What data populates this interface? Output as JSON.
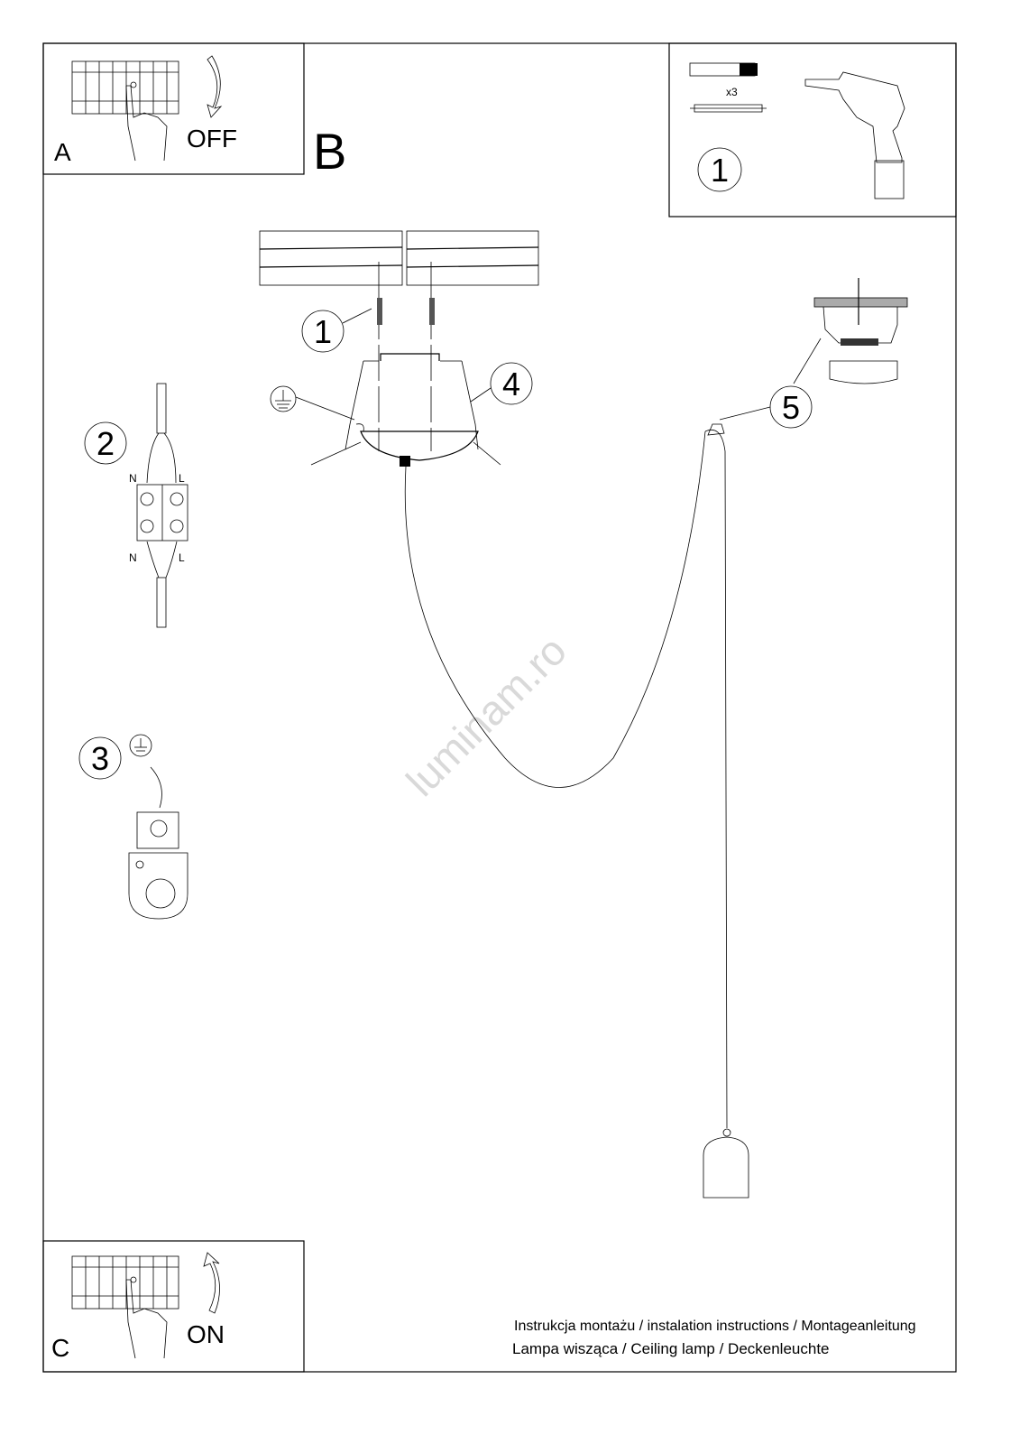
{
  "panel_a": {
    "letter": "A",
    "action": "OFF"
  },
  "panel_b": {
    "letter": "B"
  },
  "panel_c": {
    "letter": "C",
    "action": "ON"
  },
  "tools_panel": {
    "step": "1",
    "quantity": "x3"
  },
  "steps": {
    "s1": "1",
    "s2": "2",
    "s3": "3",
    "s4": "4",
    "s5": "5"
  },
  "wiring": {
    "n_top": "N",
    "l_top": "L",
    "n_bottom": "N",
    "l_bottom": "L"
  },
  "watermark": "luminam.ro",
  "footer": {
    "line1": "Instrukcja montażu / instalation instructions / Montageanleitung",
    "line2": "Lampa wisząca / Ceiling lamp / Deckenleuchte"
  }
}
